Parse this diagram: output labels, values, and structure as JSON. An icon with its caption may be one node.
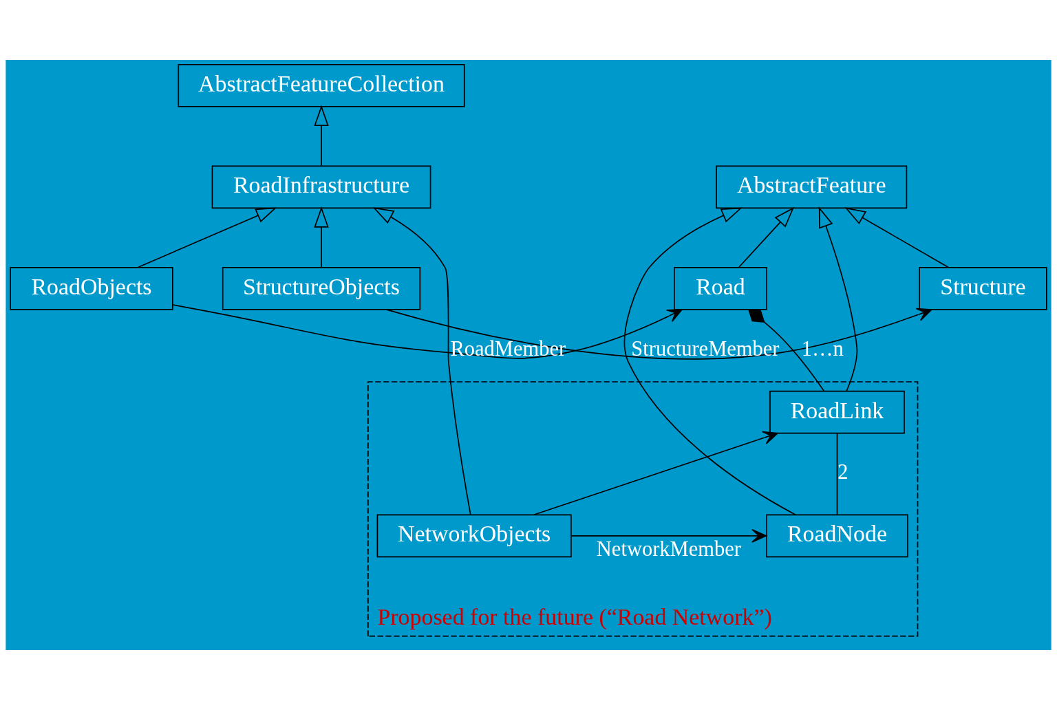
{
  "diagram": {
    "nodes": [
      {
        "text": [
          "AbstractFeatureCollection"
        ]
      },
      {
        "text": [
          "RoadInfrastructure"
        ]
      },
      {
        "text": [
          "AbstractFeature"
        ]
      },
      {
        "text": [
          "StructureObjects"
        ]
      },
      {
        "text": [
          "Structure"
        ]
      },
      {
        "text": [
          "Proposed for the future (“Road Network”)"
        ]
      },
      {
        "text": [
          "NetworkObjects"
        ],
        "in": 5
      },
      {
        "text": [
          "RoadNode"
        ],
        "in": 5
      },
      {
        "text": [
          "RoadLink"
        ],
        "in": 5
      },
      {
        "text": [
          "RoadObjects"
        ]
      },
      {
        "text": [
          "Road"
        ]
      }
    ],
    "edges": [
      {
        "from": 1,
        "to": 0,
        "arrow": "to"
      },
      {
        "from": 3,
        "to": 1,
        "arrow": "to"
      },
      {
        "from": 6,
        "to": 1,
        "arrow": "to"
      },
      {
        "from": 9,
        "to": 1,
        "arrow": "to"
      },
      {
        "from": 4,
        "to": 2,
        "arrow": "to"
      },
      {
        "from": 7,
        "to": 2,
        "arrow": "to"
      },
      {
        "from": 8,
        "to": 2,
        "arrow": "to"
      },
      {
        "from": 10,
        "to": 2,
        "arrow": "to"
      },
      {
        "from": 3,
        "to": 4,
        "arrow": "to",
        "label": "StructureMember"
      },
      {
        "from": 6,
        "to": 7,
        "arrow": "to",
        "label": "NetworkMember"
      },
      {
        "from": 6,
        "to": 8,
        "arrow": "to"
      },
      {
        "from": 7,
        "to": 8,
        "arrow": "none",
        "label": "2"
      },
      {
        "from": 8,
        "to": 10,
        "arrow": "other",
        "label": "1…n"
      },
      {
        "from": 9,
        "to": 10,
        "arrow": "to",
        "label": "RoadMember"
      }
    ]
  }
}
